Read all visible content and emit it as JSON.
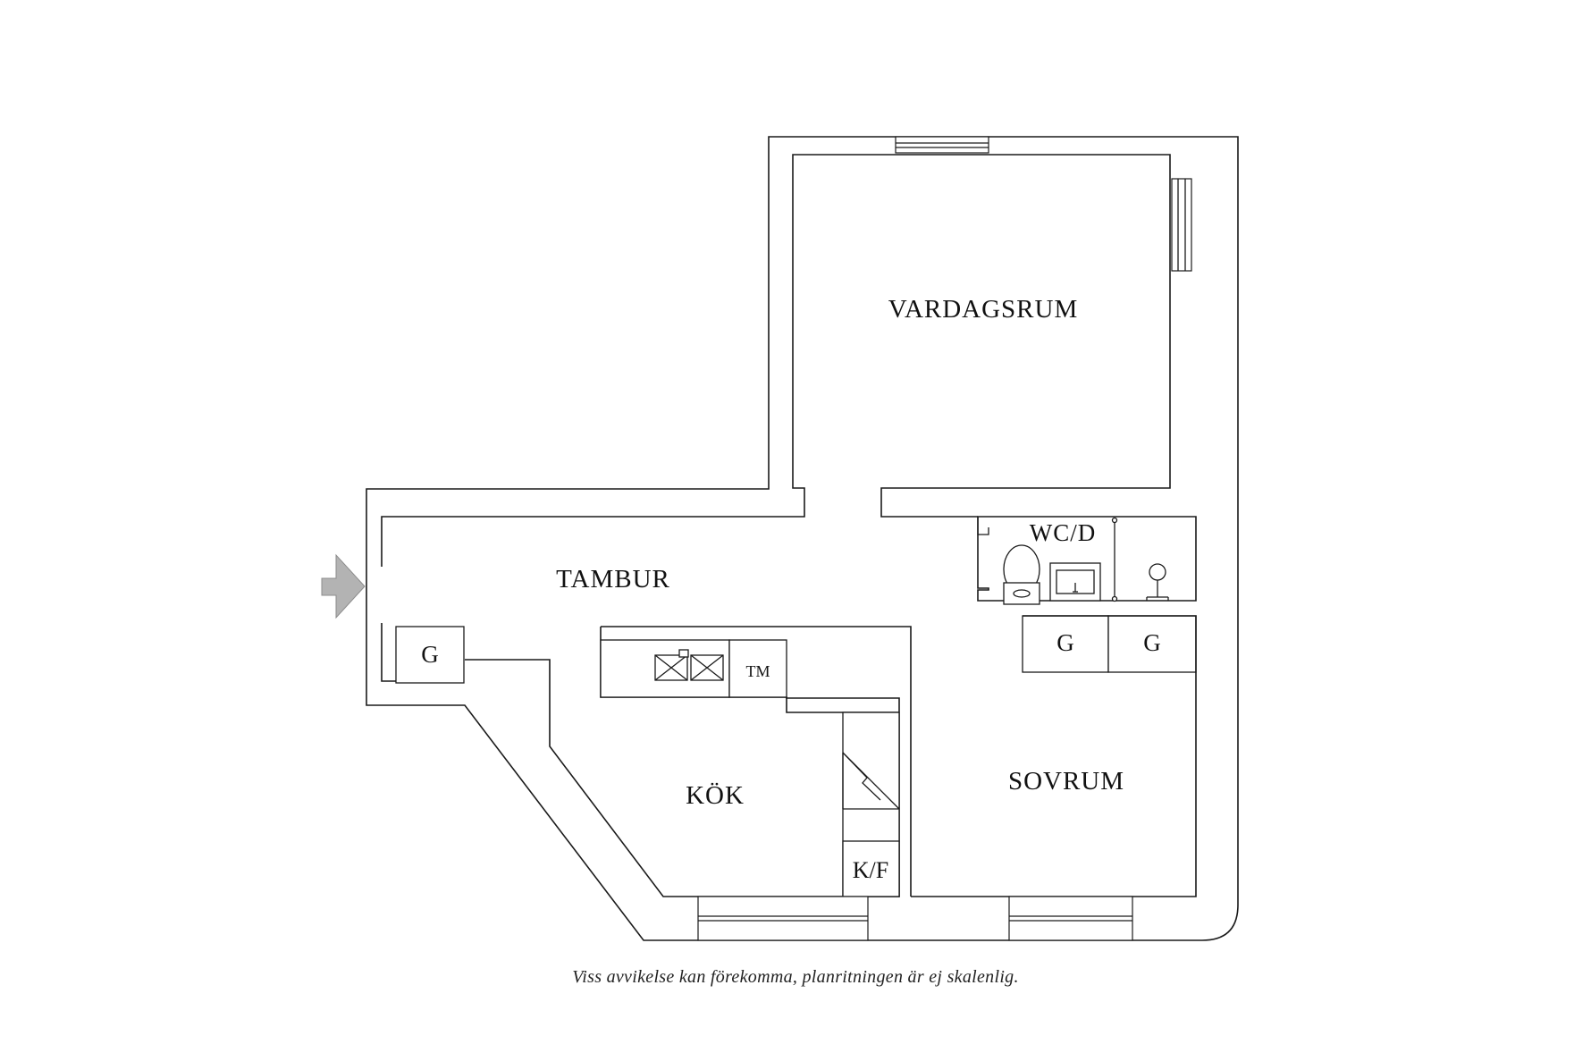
{
  "rooms": {
    "vardagsrum": "VARDAGSRUM",
    "tambur": "TAMBUR",
    "kok": "KÖK",
    "sovrum": "SOVRUM",
    "wcd": "WC/D"
  },
  "fixtures": {
    "garderob": "G",
    "tvattmaskin": "TM",
    "kyl_frys": "K/F"
  },
  "disclaimer": "Viss avvikelse kan förekomma, planritningen är ej skalenlig.",
  "colors": {
    "line": "#1a1a1a",
    "entrance_arrow": "#b3b3b3",
    "background": "#ffffff"
  },
  "icons": [
    "entrance-arrow-icon",
    "sink-icon",
    "toilet-icon",
    "washbasin-icon",
    "shower-icon",
    "stove-icon"
  ]
}
